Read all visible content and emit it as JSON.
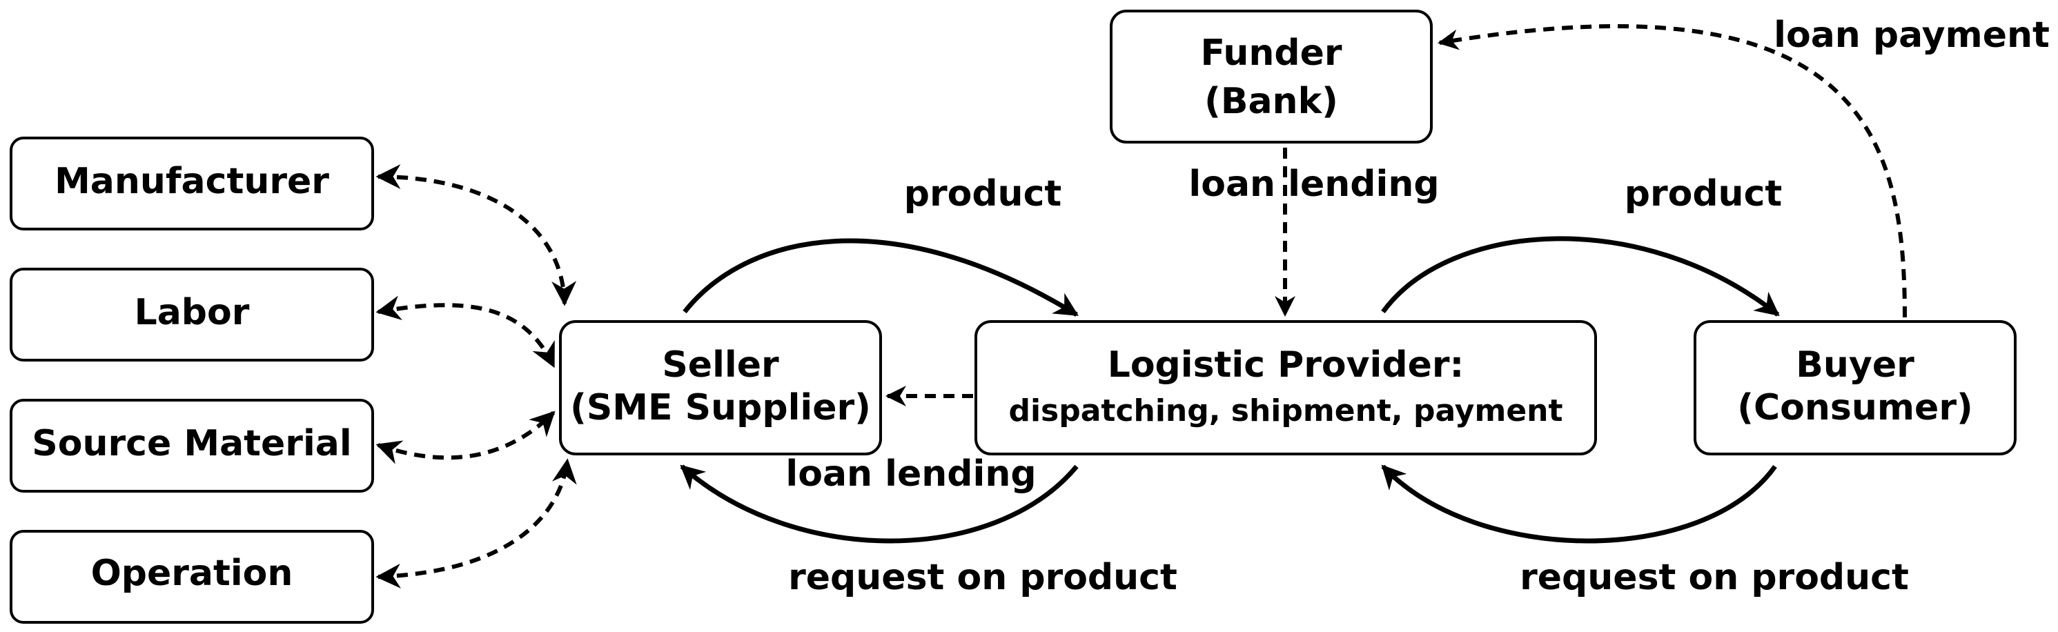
{
  "nodes": {
    "manufacturer": {
      "label": "Manufacturer"
    },
    "labor": {
      "label": "Labor"
    },
    "source_material": {
      "label": "Source Material"
    },
    "operation": {
      "label": "Operation"
    },
    "seller": {
      "line1": "Seller",
      "line2": "(SME Supplier)"
    },
    "logistic": {
      "line1": "Logistic Provider:",
      "line2": "dispatching, shipment, payment"
    },
    "buyer": {
      "line1": "Buyer",
      "line2": "(Consumer)"
    },
    "funder": {
      "line1": "Funder",
      "line2": "(Bank)"
    }
  },
  "edges": {
    "seller_to_logistic_product": "product",
    "logistic_to_seller_loan": "loan lending",
    "logistic_to_seller_request": "request on product",
    "funder_to_logistic_loan": "loan lending",
    "logistic_to_buyer_product": "product",
    "buyer_to_logistic_request": "request on product",
    "buyer_to_funder_payment": "loan payment"
  }
}
